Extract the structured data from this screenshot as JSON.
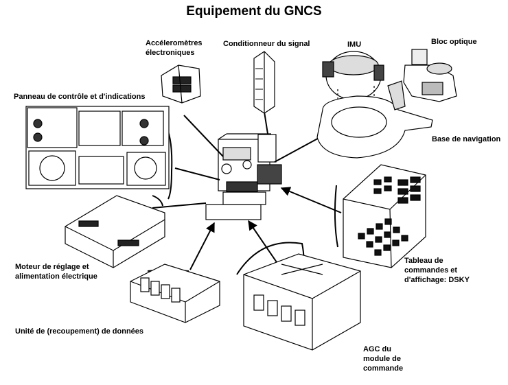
{
  "title": "Equipement du GNCS",
  "labels": {
    "accelerometres_l1": "Accéleromètres",
    "accelerometres_l2": "électroniques",
    "conditionneur": "Conditionneur du signal",
    "imu": "IMU",
    "bloc_optique": "Bloc optique",
    "panneau": "Panneau de contrôle et d'indications",
    "base_navigation": "Base de navigation",
    "moteur_l1": "Moteur de réglage et",
    "moteur_l2": "alimentation électrique",
    "tableau_l1": "Tableau de",
    "tableau_l2": "commandes et",
    "tableau_l3": "d'affichage: DSKY",
    "unite": "Unité de (recoupement) de données",
    "agc_l1": "AGC du",
    "agc_l2": "module de",
    "agc_l3": "commande"
  },
  "colors": {
    "line": "#000000",
    "fill": "#ffffff",
    "shade": "#cfcfcf",
    "dark": "#1a1a1a"
  }
}
